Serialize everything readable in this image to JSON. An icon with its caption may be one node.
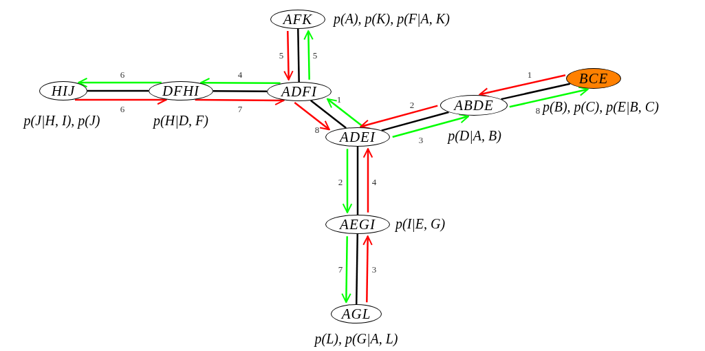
{
  "diagram": {
    "nodes": [
      {
        "text": [
          "AFK"
        ],
        "beside": [
          "p(A), p(K), p(F|A, K)"
        ]
      },
      {
        "text": [
          "HIJ"
        ],
        "beside": [
          "p(J|H, I), p(J)"
        ]
      },
      {
        "text": [
          "DFHI"
        ],
        "beside": [
          "p(H|D, F)"
        ]
      },
      {
        "text": [
          "ADFI"
        ]
      },
      {
        "text": [
          "ABDE"
        ],
        "beside": [
          "p(D|A, B)"
        ]
      },
      {
        "text": [
          "BCE"
        ],
        "beside": [
          "p(B), p(C), p(E|B, C)"
        ]
      },
      {
        "text": [
          "ADEI"
        ]
      },
      {
        "text": [
          "AEGI"
        ],
        "beside": [
          "p(I|E, G)"
        ]
      },
      {
        "text": [
          "AGL"
        ],
        "beside": [
          "p(L), p(G|A, L)"
        ]
      }
    ],
    "edges": [
      {
        "from": 0,
        "to": 3,
        "arrow": "none",
        "color": "#000000"
      },
      {
        "from": 0,
        "to": 3,
        "arrow": "to",
        "label": "5",
        "color": "#ff0000"
      },
      {
        "from": 3,
        "to": 0,
        "arrow": "to",
        "label": "5",
        "color": "#00ff00"
      },
      {
        "from": 1,
        "to": 2,
        "arrow": "none",
        "color": "#000000"
      },
      {
        "from": 2,
        "to": 1,
        "arrow": "to",
        "label": "6",
        "color": "#00ff00"
      },
      {
        "from": 1,
        "to": 2,
        "arrow": "to",
        "label": "6",
        "color": "#ff0000"
      },
      {
        "from": 2,
        "to": 3,
        "arrow": "none",
        "color": "#000000"
      },
      {
        "from": 3,
        "to": 2,
        "arrow": "to",
        "label": "4",
        "color": "#00ff00"
      },
      {
        "from": 2,
        "to": 3,
        "arrow": "to",
        "label": "7",
        "color": "#ff0000"
      },
      {
        "from": 3,
        "to": 6,
        "arrow": "none",
        "color": "#000000"
      },
      {
        "from": 6,
        "to": 3,
        "arrow": "to",
        "label": "1",
        "color": "#00ff00"
      },
      {
        "from": 3,
        "to": 6,
        "arrow": "to",
        "label": "8",
        "color": "#ff0000"
      },
      {
        "from": 6,
        "to": 4,
        "arrow": "none",
        "color": "#000000"
      },
      {
        "from": 4,
        "to": 6,
        "arrow": "to",
        "label": "2",
        "color": "#ff0000"
      },
      {
        "from": 6,
        "to": 4,
        "arrow": "to",
        "label": "3",
        "color": "#00ff00"
      },
      {
        "from": 4,
        "to": 5,
        "arrow": "none",
        "color": "#000000"
      },
      {
        "from": 5,
        "to": 4,
        "arrow": "to",
        "label": "1",
        "color": "#ff0000"
      },
      {
        "from": 4,
        "to": 5,
        "arrow": "to",
        "label": "8",
        "color": "#00ff00"
      },
      {
        "from": 6,
        "to": 7,
        "arrow": "none",
        "color": "#000000"
      },
      {
        "from": 6,
        "to": 7,
        "arrow": "to",
        "label": "2",
        "color": "#00ff00"
      },
      {
        "from": 7,
        "to": 6,
        "arrow": "to",
        "label": "4",
        "color": "#ff0000"
      },
      {
        "from": 7,
        "to": 8,
        "arrow": "none",
        "color": "#000000"
      },
      {
        "from": 7,
        "to": 8,
        "arrow": "to",
        "label": "7",
        "color": "#00ff00"
      },
      {
        "from": 8,
        "to": 7,
        "arrow": "to",
        "label": "3",
        "color": "#ff0000"
      }
    ]
  }
}
